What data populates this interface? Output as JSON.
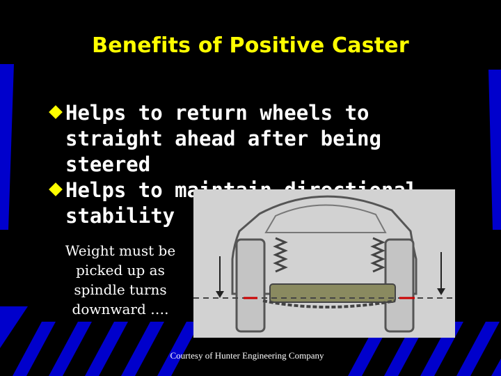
{
  "slide": {
    "title": "Benefits of Positive Caster",
    "bullets": [
      {
        "text": "Helps to return wheels to straight ahead after being steered"
      },
      {
        "text": "Helps to maintain directional stability"
      }
    ],
    "caption": "Weight must be picked up as spindle turns downward ….",
    "credit": "Courtesy of Hunter Engineering Company"
  },
  "colors": {
    "background": "#000000",
    "title": "#ffff00",
    "bullet_text": "#ffffff",
    "bullet_marker": "#ffff00",
    "stripes": "#0000cc",
    "photo_background": "#d2d2d2"
  },
  "icons": {
    "bullet_marker": "diamond-bullet-icon"
  }
}
